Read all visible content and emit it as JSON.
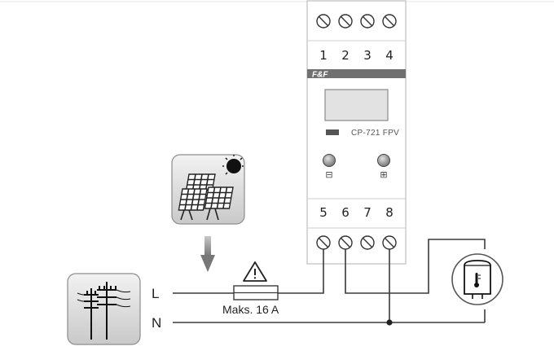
{
  "device": {
    "brand": "F&F",
    "model": "CP-721 FPV",
    "top_terminals": [
      "1",
      "2",
      "3",
      "4"
    ],
    "bottom_terminals": [
      "5",
      "6",
      "7",
      "8"
    ],
    "button_minus_symbol": "⊟",
    "button_plus_symbol": "⊞"
  },
  "wires": {
    "line_label": "L",
    "neutral_label": "N"
  },
  "fuse": {
    "label": "Maks. 16 A"
  },
  "icons": {
    "solar": "solar-panels-sun-icon",
    "grid": "power-line-pylons-icon",
    "heater": "water-heater-thermometer-icon",
    "warning": "warning-triangle-icon",
    "arrow": "down-arrow-icon"
  }
}
